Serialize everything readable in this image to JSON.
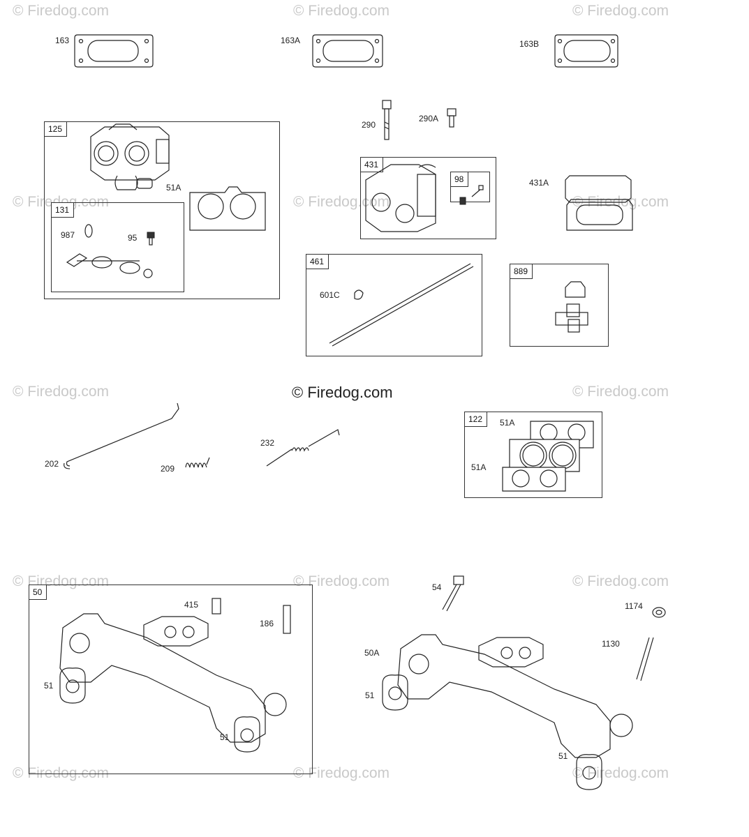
{
  "watermark_text": "© Firedog.com",
  "center_watermark": "© Firedog.com",
  "part_labels": {
    "p163": "163",
    "p163A": "163A",
    "p163B": "163B",
    "p290": "290",
    "p290A": "290A",
    "p431A": "431A",
    "p51A_a": "51A",
    "p987": "987",
    "p95": "95",
    "p98": "98",
    "p601C": "601C",
    "p202": "202",
    "p209": "209",
    "p232": "232",
    "p51A_b": "51A",
    "p51A_c": "51A",
    "p415": "415",
    "p186": "186",
    "p51_a": "51",
    "p51_b": "51",
    "p54": "54",
    "p1174": "1174",
    "p1130": "1130",
    "p50A": "50A",
    "p51_c": "51",
    "p51_d": "51"
  },
  "group_boxes": {
    "g125": "125",
    "g131": "131",
    "g431": "431",
    "g461": "461",
    "g889": "889",
    "g122": "122",
    "g50": "50"
  }
}
